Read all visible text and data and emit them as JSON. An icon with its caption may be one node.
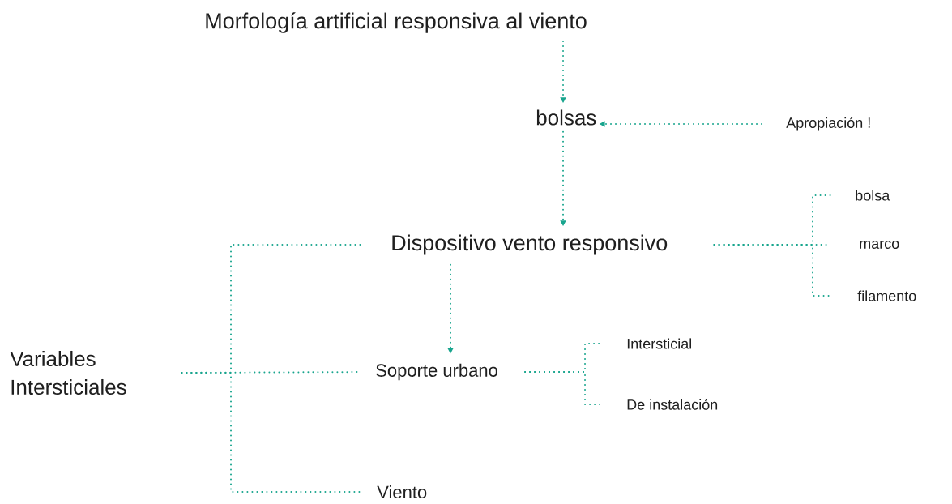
{
  "diagram": {
    "nodes": [
      {
        "text": [
          "Morfología artificial responsiva al viento"
        ]
      },
      {
        "text": [
          "bolsas"
        ]
      },
      {
        "text": [
          "Apropiación !"
        ]
      },
      {
        "text": [
          "Dispositivo vento responsivo"
        ]
      },
      {
        "text": [
          "bolsa"
        ]
      },
      {
        "text": [
          "marco"
        ]
      },
      {
        "text": [
          "filamento"
        ]
      },
      {
        "text": [
          "Variables Intersticiales"
        ]
      },
      {
        "text": [
          "Soporte urbano"
        ]
      },
      {
        "text": [
          "Intersticial"
        ]
      },
      {
        "text": [
          "De instalación"
        ]
      },
      {
        "text": [
          "Viento"
        ]
      }
    ],
    "edges": [
      {
        "from": 0,
        "to": 1,
        "arrow": "to"
      },
      {
        "from": 2,
        "to": 1,
        "arrow": "to"
      },
      {
        "from": 1,
        "to": 3,
        "arrow": "to"
      },
      {
        "from": 3,
        "to": 4,
        "arrow": "none"
      },
      {
        "from": 3,
        "to": 5,
        "arrow": "none"
      },
      {
        "from": 3,
        "to": 6,
        "arrow": "none"
      },
      {
        "from": 7,
        "to": 3,
        "arrow": "none"
      },
      {
        "from": 7,
        "to": 8,
        "arrow": "none"
      },
      {
        "from": 7,
        "to": 11,
        "arrow": "none"
      },
      {
        "from": 3,
        "to": 8,
        "arrow": "to"
      },
      {
        "from": 8,
        "to": 9,
        "arrow": "none"
      },
      {
        "from": 8,
        "to": 10,
        "arrow": "none"
      }
    ]
  }
}
